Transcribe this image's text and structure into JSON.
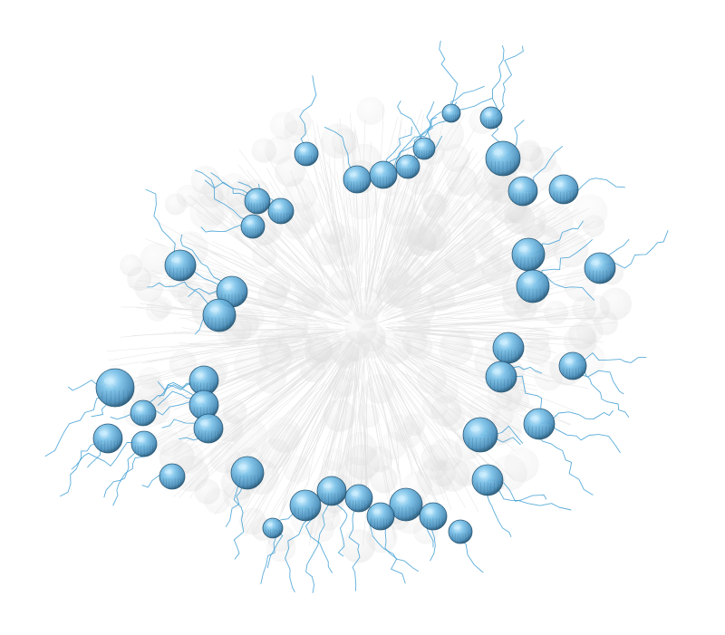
{
  "image": {
    "subject": "3d-rendering-of-cells-with-trajectories",
    "background_color": "#ffffff"
  },
  "colors": {
    "highlight_sphere": "#5aa9d6",
    "highlight_sphere_dark": "#1e4f6e",
    "highlight_sphere_light": "#c9ecff",
    "highlight_track": "#3f9fd3",
    "background_sphere": "#d4d4d4",
    "background_track": "#e2e2e2"
  },
  "layers": {
    "background_spheres": "faded-grey-cells",
    "background_tracks": "grey-trajectory-lines",
    "highlight_tracks": "blue-trajectory-lines",
    "highlight_spheres": "blue-highlighted-cells"
  }
}
